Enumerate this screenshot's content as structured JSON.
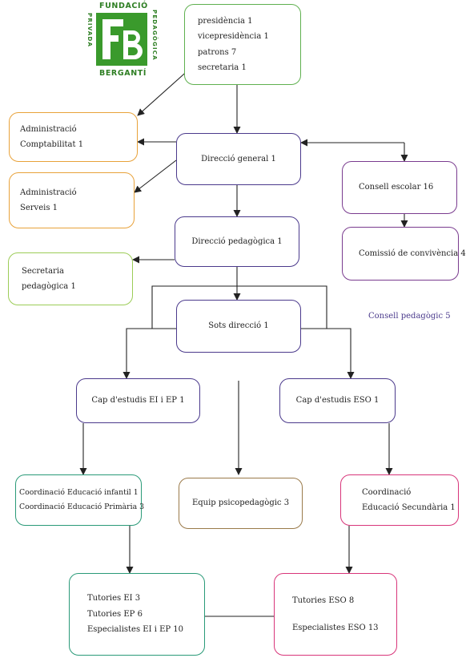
{
  "logo": {
    "top": "FUNDACIÓ",
    "left_vertical": "PRIVADA",
    "right_vertical": "PEDAGÒGICA",
    "bottom": "BERGANTÍ",
    "initials": "FB",
    "color": "#2f7f24"
  },
  "colors": {
    "green": "#5fb04f",
    "orange": "#e8a23a",
    "purple": "#4b3a8c",
    "lightgreen": "#9ccc57",
    "violet": "#7a3c8f",
    "teal": "#2a9a78",
    "brown": "#9a7a4a",
    "pink": "#d8357a",
    "arrow": "#222222"
  },
  "boxes": {
    "patronat": [
      "presidència  1",
      "vicepresidència  1",
      "patrons  7",
      "secretaria  1"
    ],
    "admin_compt": [
      "Administració",
      "Comptabilitat  1"
    ],
    "admin_serv": [
      "Administració",
      "Serveis  1"
    ],
    "dir_general": [
      "Direcció general  1"
    ],
    "consell_escolar": [
      "Consell escolar  16"
    ],
    "comissio": [
      "Comissió de convivència  4"
    ],
    "dir_pedagogica": [
      "Direcció pedagògica  1"
    ],
    "secretaria_ped": [
      "Secretaria",
      "pedagògica  1"
    ],
    "sots_direccio": [
      "Sots direcció 1"
    ],
    "cap_ei_ep": [
      "Cap d'estudis EI i EP  1"
    ],
    "cap_eso": [
      "Cap d'estudis ESO  1"
    ],
    "coord_ei_ep": [
      "Coordinació Educació infantil  1",
      "Coordinació Educació Primària 3"
    ],
    "equip_psico": [
      "Equip psicopedagògic  3"
    ],
    "coord_eso": [
      "Coordinació",
      "Educació Secundària  1"
    ],
    "tutories_ei_ep": [
      "Tutories EI  3",
      "Tutories EP  6",
      "Especialistes EI i EP  10"
    ],
    "tutories_eso": [
      "Tutories ESO  8",
      "",
      "Especialistes ESO  13"
    ]
  },
  "consell_pedagogic": "Consell pedagògic  5"
}
